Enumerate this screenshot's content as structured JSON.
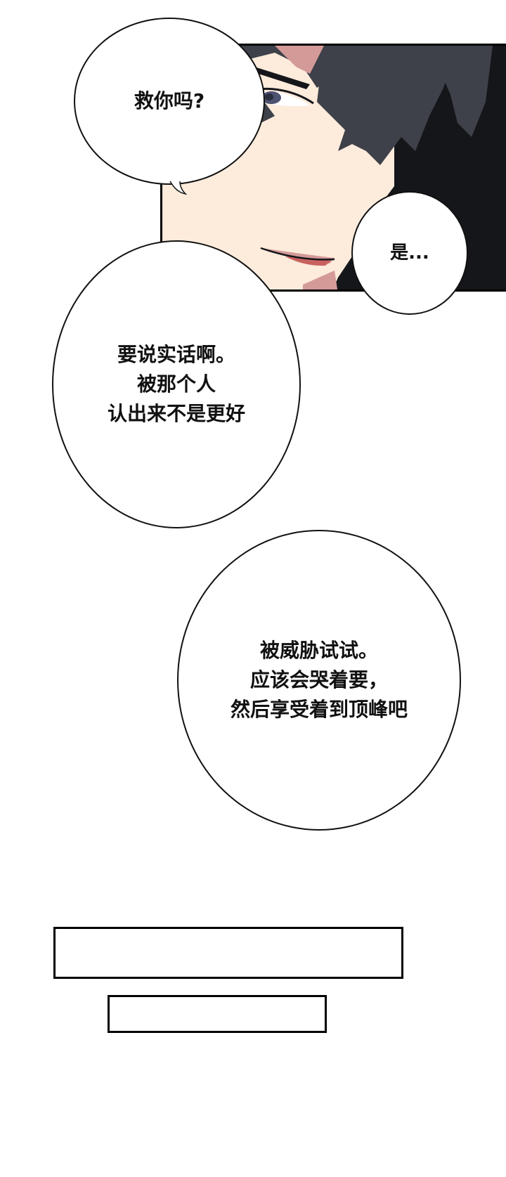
{
  "comic": {
    "panel": {
      "description": "close-up of dark-haired character face with narrowed eye and slight smile",
      "colors": {
        "skin": "#fdebdc",
        "skin_shadow": "#d49a98",
        "hair": "#3e4149",
        "hair_dark": "#15161a",
        "eye": "#4d5270",
        "lip": "#c9625f",
        "border": "#000000"
      }
    },
    "bubbles": [
      {
        "id": "bubble-1",
        "text": "救你吗?"
      },
      {
        "id": "bubble-2",
        "text": "是..."
      },
      {
        "id": "bubble-3",
        "text": "要说实话啊。\n被那个人\n认出来不是更好"
      },
      {
        "id": "bubble-4",
        "text": "被威胁试试。\n应该会哭着要，\n然后享受着到顶峰吧"
      }
    ],
    "empty_boxes": [
      {
        "id": "box-1",
        "text": ""
      },
      {
        "id": "box-2",
        "text": ""
      }
    ]
  }
}
